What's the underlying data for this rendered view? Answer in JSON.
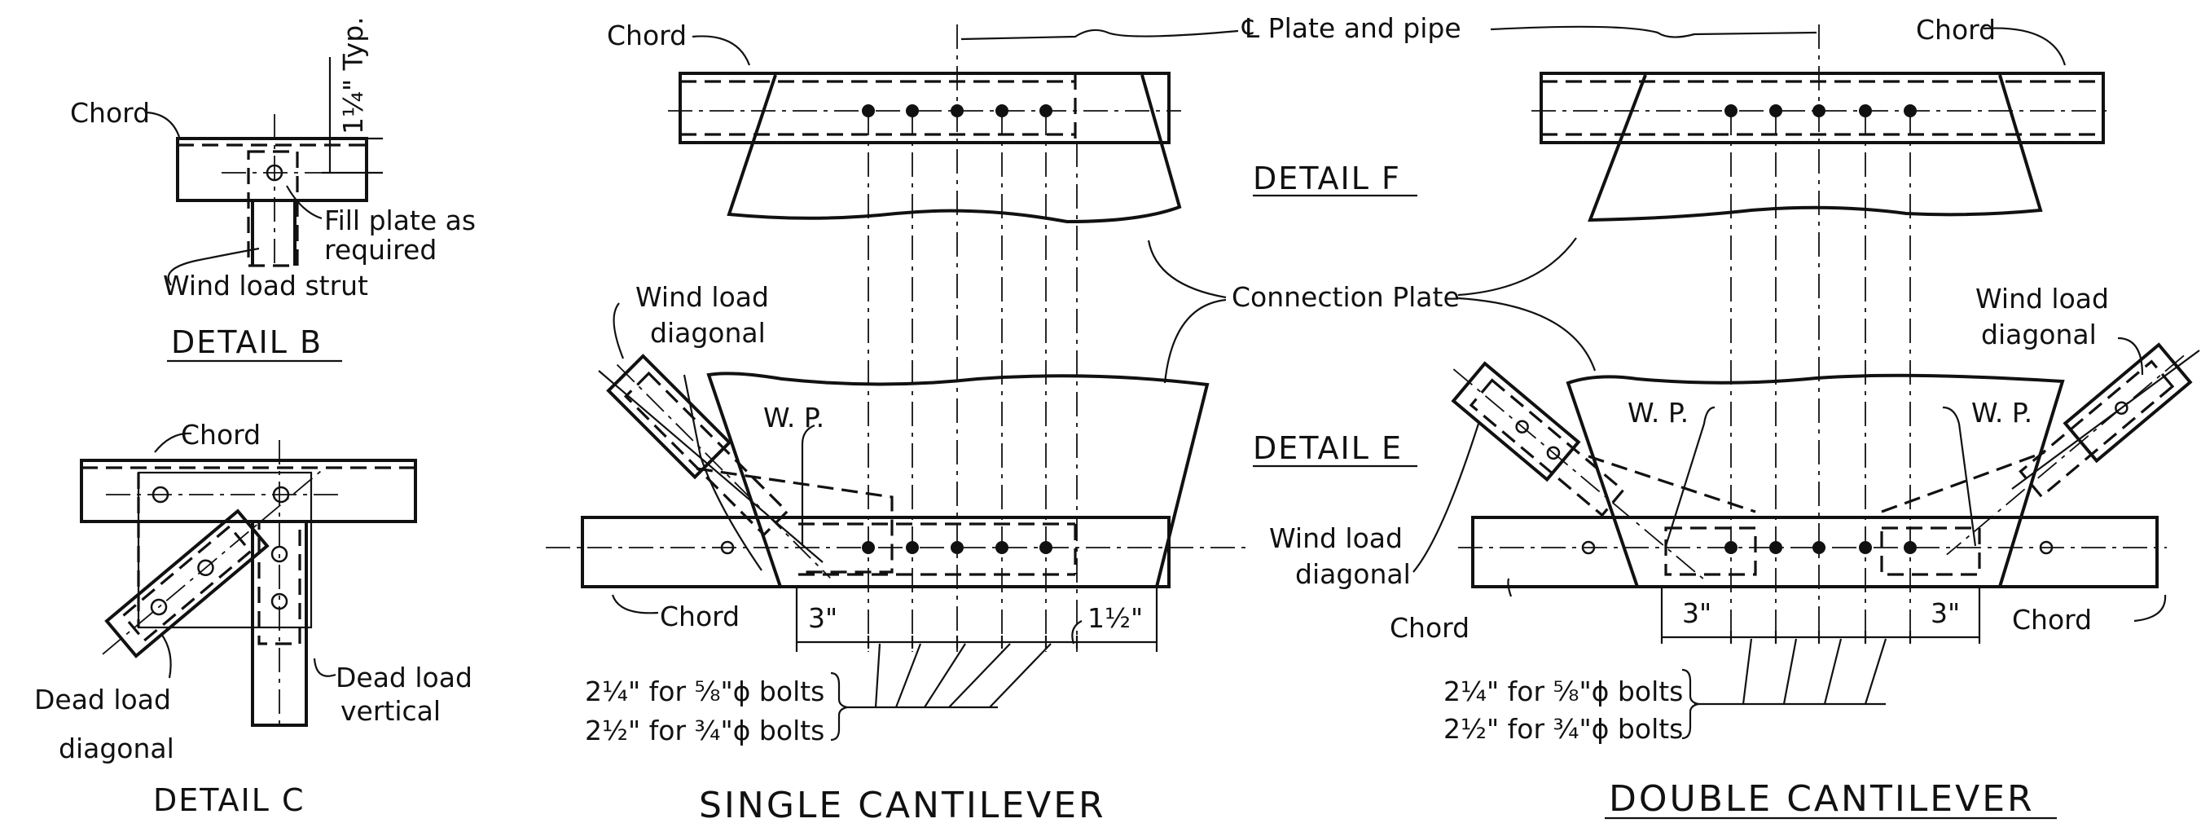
{
  "detail_b": {
    "title": "DETAIL  B",
    "chord": "Chord",
    "typ": "1¼\" Typ.",
    "fill_plate_1": "Fill plate as",
    "fill_plate_2": "required",
    "strut": "Wind load strut"
  },
  "detail_c": {
    "title": "DETAIL  C",
    "chord": "Chord",
    "dead_diag_1": "Dead load",
    "dead_diag_2": "diagonal",
    "dead_vert_1": "Dead load",
    "dead_vert_2": "vertical"
  },
  "center": {
    "plate_pipe": "℄ Plate and pipe",
    "detail_f": "DETAIL  F",
    "detail_e": "DETAIL  E",
    "connection_plate": "Connection Plate",
    "wind_diag_1": "Wind load",
    "wind_diag_2": "diagonal"
  },
  "single": {
    "title": "SINGLE  CANTILEVER",
    "chord_top": "Chord",
    "chord_bottom": "Chord",
    "wind_1": "Wind load",
    "wind_2": "diagonal",
    "wp": "W. P.",
    "dim_3": "3\"",
    "dim_1half": "1½\"",
    "note_1": "2¼\" for ⅝\"ϕ bolts",
    "note_2": "2½\" for ¾\"ϕ bolts"
  },
  "double": {
    "title": "DOUBLE  CANTILEVER",
    "chord_top": "Chord",
    "chord_bl": "Chord",
    "chord_br": "Chord",
    "wind_1": "Wind load",
    "wind_2": "diagonal",
    "wp_left": "W. P.",
    "wp_right": "W. P.",
    "dim_3_left": "3\"",
    "dim_3_right": "3\"",
    "note_1": "2¼\" for ⅝\"ϕ bolts",
    "note_2": "2½\" for ¾\"ϕ bolts"
  }
}
